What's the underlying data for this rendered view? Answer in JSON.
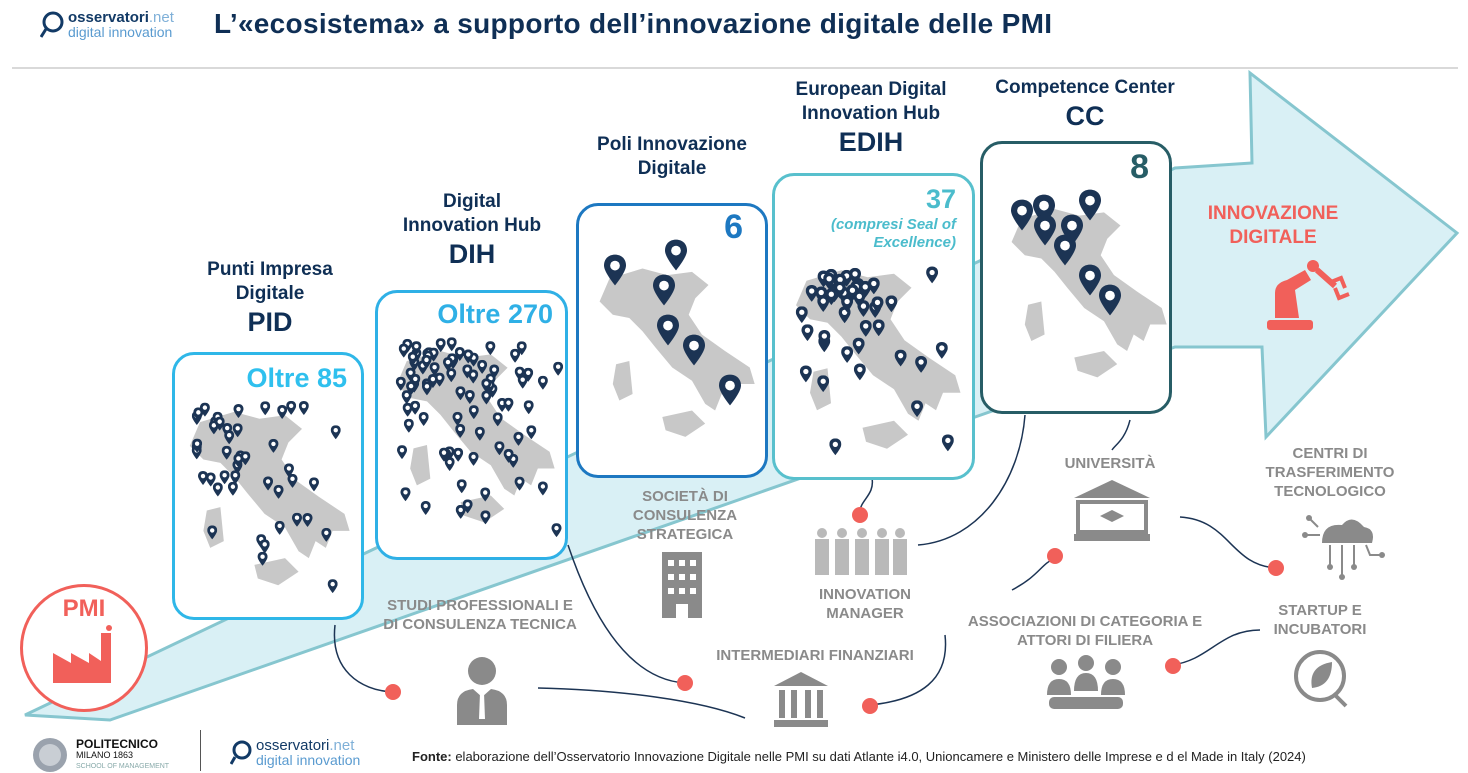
{
  "header": {
    "logo_line1": "osservatori",
    "logo_net": ".net",
    "logo_line2": "digital innovation",
    "title": "L’«ecosistema» a supporto  dell’innovazione digitale  delle PMI"
  },
  "stages": [
    {
      "id": "pid",
      "title_lines": [
        "Punti Impresa",
        "Digitale"
      ],
      "acronym": "PID",
      "count": "Oltre 85",
      "color": "#2fb7e8"
    },
    {
      "id": "dih",
      "title_lines": [
        "Digital",
        "Innovation Hub"
      ],
      "acronym": "DIH",
      "count": "Oltre 270",
      "color": "#2fb0e6"
    },
    {
      "id": "poli",
      "title_lines": [
        "Poli Innovazione",
        "Digitale"
      ],
      "acronym": "",
      "count": "6",
      "color": "#1d78c1"
    },
    {
      "id": "edih",
      "title_lines": [
        "European Digital",
        "Innovation Hub"
      ],
      "acronym": "EDIH",
      "count": "37",
      "note": "(compresi Seal of Excellence)",
      "color": "#58c0cd"
    },
    {
      "id": "cc",
      "title_lines": [
        "Competence Center"
      ],
      "acronym": "CC",
      "count": "8",
      "color": "#275d66"
    }
  ],
  "arrow": {
    "label_line1": "INNOVAZIONE",
    "label_line2": "DIGITALE",
    "accent": "#f1605a",
    "fill": "#d9f0f5"
  },
  "pmi": {
    "label": "PMI"
  },
  "actors": {
    "studi": "STUDI PROFESSIONALI E DI CONSULENZA TECNICA",
    "societa": "SOCIETÀ DI CONSULENZA STRATEGICA",
    "intermediari": "INTERMEDIARI FINANZIARI",
    "manager": "INNOVATION MANAGER",
    "universita": "UNIVERSITÀ",
    "associazioni": "ASSOCIAZIONI DI CATEGORIA E ATTORI DI FILIERA",
    "centri": "CENTRI DI TRASFERIMENTO TECNOLOGICO",
    "startup": "STARTUP E INCUBATORI"
  },
  "footer": {
    "polimi_line1": "POLITECNICO",
    "polimi_line2": "MILANO 1863",
    "polimi_line3": "SCHOOL OF MANAGEMENT",
    "source_label": "Fonte:",
    "source_text": " elaborazione dell’Osservatorio Innovazione Digitale nelle PMI su dati Atlante i4.0, Unioncamere e Ministero delle Imprese e d el Made in Italy (2024)"
  }
}
